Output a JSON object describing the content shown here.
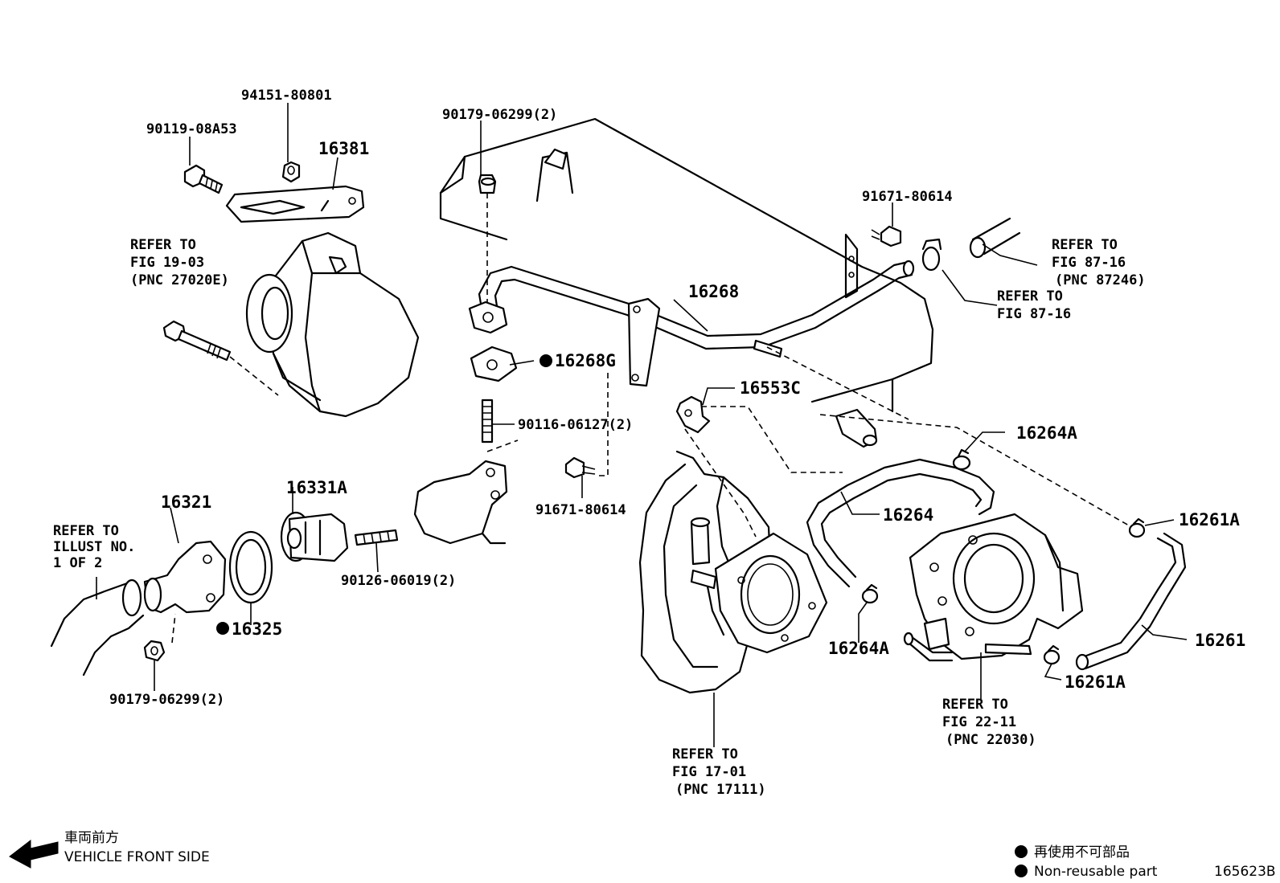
{
  "labels": {
    "p94151_80801": "94151-80801",
    "p90119_08a53": "90119-08A53",
    "p16381": "16381",
    "p90179_06299_top": "90179-06299(2)",
    "p91671_80614_top": "91671-80614",
    "p16268": "16268",
    "p16268g": "16268G",
    "p90116_06127": "90116-06127(2)",
    "p16553c": "16553C",
    "p16264a_top": "16264A",
    "p91671_80614_mid": "91671-80614",
    "p16264": "16264",
    "p16261a_top": "16261A",
    "p16321": "16321",
    "p16331a": "16331A",
    "p90126_06019": "90126-06019(2)",
    "p16325": "16325",
    "p90179_06299_bot": "90179-06299(2)",
    "p16264a_bot": "16264A",
    "p16261": "16261",
    "p16261a_bot": "16261A",
    "diagram_code": "165623B"
  },
  "refs": {
    "fig19": [
      "REFER TO",
      "FIG 19-03",
      "(PNC 27020E)"
    ],
    "fig87a": [
      "REFER TO",
      "FIG 87-16",
      "(PNC 87246)"
    ],
    "fig87b": [
      "REFER TO",
      "FIG 87-16"
    ],
    "illust": [
      "REFER TO",
      "ILLUST NO.",
      "1 OF 2"
    ],
    "fig22": [
      "REFER TO",
      "FIG 22-11",
      "(PNC 22030)"
    ],
    "fig17": [
      "REFER TO",
      "FIG 17-01",
      "(PNC 17111)"
    ]
  },
  "front": {
    "jp": "車両前方",
    "en": "VEHICLE FRONT SIDE"
  },
  "legend": {
    "jp": "再使用不可部品",
    "en": "Non-reusable part"
  }
}
